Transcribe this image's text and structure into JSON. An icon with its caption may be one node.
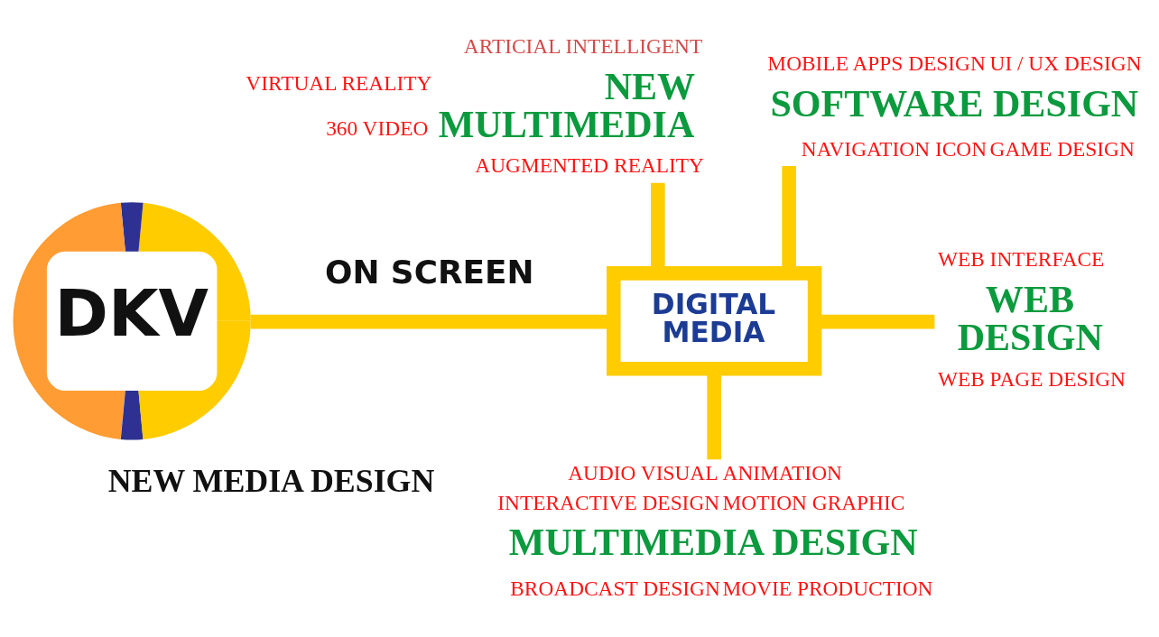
{
  "diagram": {
    "nodes": [
      {
        "text": [
          "SOFTWARE DESIGN"
        ],
        "beside": [
          "MOBILE APPS DESIGN",
          "UI / UX DESIGN",
          "NAVIGATION ICON",
          "GAME DESIGN"
        ]
      },
      {
        "text": [
          "NEW MULTIMEDIA"
        ],
        "beside": [
          "ARTICIAL INTELLIGENT",
          "VIRTUAL REALITY",
          "360 VIDEO",
          "AUGMENTED REALITY"
        ]
      },
      {
        "text": [
          "DKV"
        ]
      },
      {
        "text": [
          "DIGITAL MEDIA"
        ]
      },
      {
        "text": [
          "WEB DESIGN"
        ],
        "beside": [
          "WEB INTERFACE",
          "WEB PAGE DESIGN"
        ]
      },
      {
        "text": [
          "MULTIMEDIA DESIGN"
        ],
        "beside": [
          "AUDIO VISUAL",
          "ANIMATION",
          "INTERACTIVE DESIGN",
          "MOTION GRAPHIC",
          "BROADCAST DESIGN",
          "MOVIE PRODUCTION"
        ]
      }
    ],
    "edges": [
      {
        "from": 2,
        "to": 3,
        "arrow": "none",
        "label": "ON SCREEN"
      },
      {
        "from": 3,
        "to": 0,
        "arrow": "none"
      },
      {
        "from": 3,
        "to": 1,
        "arrow": "none"
      },
      {
        "from": 3,
        "to": 4,
        "arrow": "none"
      },
      {
        "from": 3,
        "to": 5,
        "arrow": "none"
      }
    ],
    "labels": [
      "NEW MEDIA DESIGN"
    ]
  }
}
